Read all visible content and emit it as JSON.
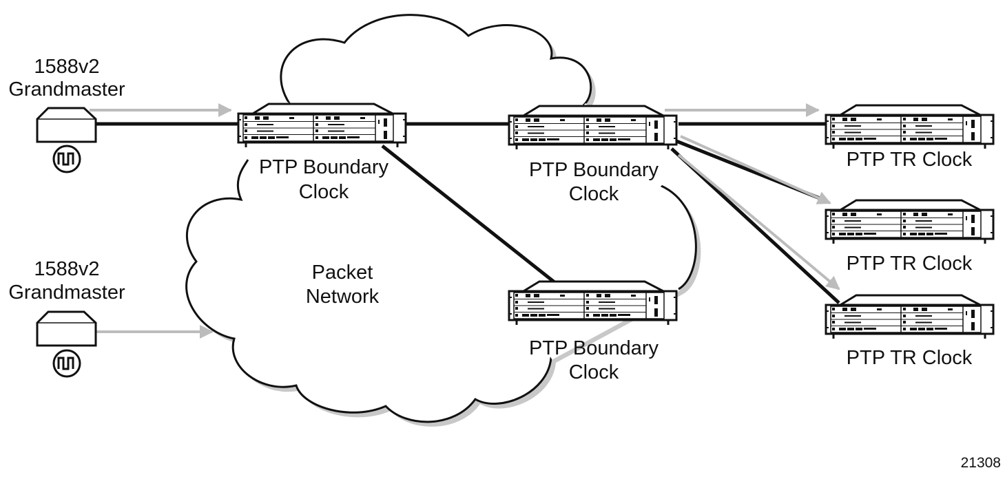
{
  "colors": {
    "line": "#111111",
    "arrow": "#bcbcbc",
    "cloud_shadow": "#c8c8c8"
  },
  "grandmasters": [
    {
      "line1": "1588v2",
      "line2": "Grandmaster",
      "icon": "clock-signal-icon"
    },
    {
      "line1": "1588v2",
      "line2": "Grandmaster",
      "icon": "clock-signal-icon"
    }
  ],
  "boundary_clocks": [
    {
      "line1": "PTP Boundary",
      "line2": "Clock"
    },
    {
      "line1": "PTP Boundary",
      "line2": "Clock"
    },
    {
      "line1": "PTP Boundary",
      "line2": "Clock"
    }
  ],
  "tr_clocks": [
    {
      "label": "PTP TR Clock"
    },
    {
      "label": "PTP TR Clock"
    },
    {
      "label": "PTP TR Clock"
    }
  ],
  "cloud": {
    "line1": "Packet",
    "line2": "Network"
  },
  "figure_id": "21308"
}
